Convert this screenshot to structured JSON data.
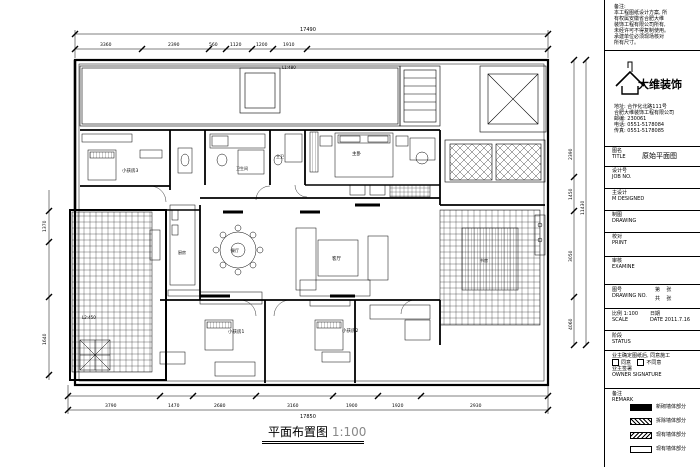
{
  "dimensions": {
    "top_total": "17490",
    "top_segments": [
      "3360",
      "2390",
      "560",
      "1120",
      "1200",
      "1910"
    ],
    "bottom_total": "17850",
    "bottom_segments": [
      "3790",
      "1470",
      "2680",
      "3160",
      "1900",
      "1920",
      "2930"
    ],
    "left": [
      "1370",
      "1640"
    ],
    "right": [
      "2390",
      "1450",
      "3050",
      "11430",
      "4060"
    ]
  },
  "rooms": {
    "child_room_top": "小孩房3",
    "bath_a": "卫生间",
    "bath_b": "主卫",
    "master": "主卧",
    "kitchen": "厨房",
    "dining": "餐厅",
    "living": "客厅",
    "child_room_bl": "小孩房1",
    "child_room_bm": "小孩房2",
    "study": "书房",
    "label_l1": "L1:480",
    "label_l2": "L2:450"
  },
  "caption": {
    "title": "平面布置图",
    "scale": "1:100"
  },
  "title_block": {
    "notes": [
      "备注:",
      "本工程图纸设计方案, 所",
      "有权属安徽省合肥大维",
      "装饰工程有限公司所有,",
      "未经许可不得复制使用。",
      "承建单位必须现场核对",
      "所有尺寸。"
    ],
    "logo_text": "大维装饰",
    "address_lines": [
      "地址: 合作化北路111号",
      "合肥大维装饰工程有限公司",
      "邮编: 230061",
      "电话: 0551-5178084",
      "传真: 0551-5178085"
    ],
    "fields": [
      {
        "cn": "图名",
        "en": "TITLE",
        "value": "原始平面图"
      },
      {
        "cn": "设计号",
        "en": "JOB NO.",
        "value": ""
      },
      {
        "cn": "主设计",
        "en": "M DESIGNED",
        "value": ""
      },
      {
        "cn": "制图",
        "en": "DRAWING",
        "value": ""
      },
      {
        "cn": "校对",
        "en": "PRINT",
        "value": ""
      },
      {
        "cn": "审核",
        "en": "EXAMINE",
        "value": ""
      }
    ],
    "drawing_no": {
      "cn": "图号",
      "en": "DRAWING NO.",
      "sheet": "第",
      "sheet_unit": "张",
      "total": "共",
      "total_unit": "张"
    },
    "scale": {
      "cn": "比例",
      "en": "SCALE",
      "value": "1:100",
      "date_cn": "日期",
      "date_en": "DATE",
      "date": "2011.7.16"
    },
    "status": {
      "cn": "阶段",
      "en": "STATUS"
    },
    "sign": {
      "line1": "业主确定图纸后, 同意施工",
      "opt1": "同意",
      "opt2": "不同意",
      "owner_cn": "业主签署",
      "owner_en": "OWNER SIGNATURE"
    },
    "legend": {
      "cn": "备注",
      "en": "REMARK",
      "items": [
        "新砌墙体部分",
        "拆除墙体部分",
        "现有墙体部分",
        "现有墙体部分"
      ]
    }
  }
}
